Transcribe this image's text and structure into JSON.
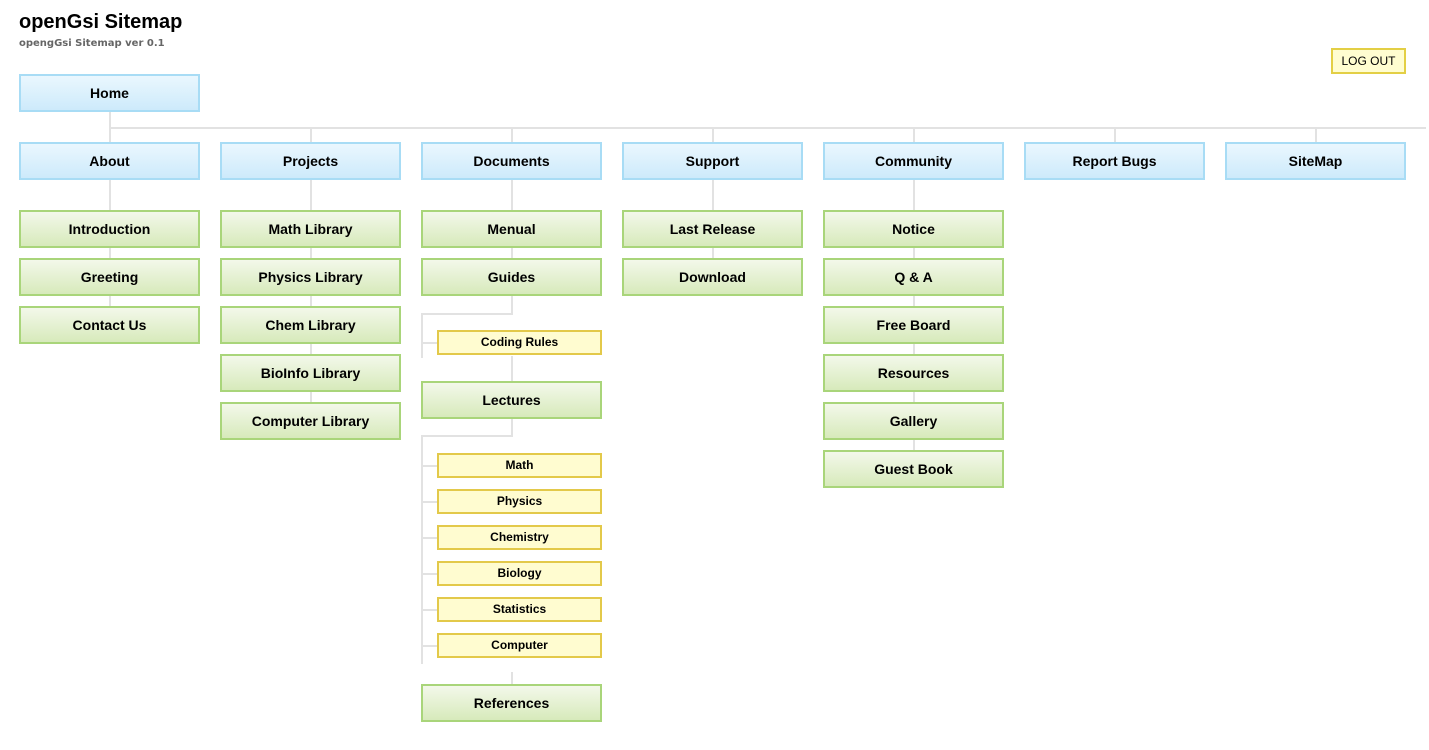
{
  "header": {
    "title": "openGsi Sitemap",
    "subtitle": "opengGsi Sitemap ver 0.1",
    "logout_label": "LOG OUT"
  },
  "home": {
    "label": "Home"
  },
  "sections": [
    {
      "label": "About",
      "children": [
        "Introduction",
        "Greeting",
        "Contact Us"
      ]
    },
    {
      "label": "Projects",
      "children": [
        "Math Library",
        "Physics Library",
        "Chem Library",
        "BioInfo Library",
        "Computer Library"
      ]
    },
    {
      "label": "Documents",
      "menual": "Menual",
      "guides": {
        "label": "Guides",
        "children": [
          "Coding Rules"
        ]
      },
      "lectures": {
        "label": "Lectures",
        "children": [
          "Math",
          "Physics",
          "Chemistry",
          "Biology",
          "Statistics",
          "Computer"
        ]
      },
      "references": "References"
    },
    {
      "label": "Support",
      "children": [
        "Last Release",
        "Download"
      ]
    },
    {
      "label": "Community",
      "children": [
        "Notice",
        "Q & A",
        "Free Board",
        "Resources",
        "Gallery",
        "Guest Book"
      ]
    },
    {
      "label": "Report Bugs",
      "children": []
    },
    {
      "label": "SiteMap",
      "children": []
    }
  ],
  "colors": {
    "level1_border": "#a8dcf5",
    "level2_border": "#a9d57a",
    "level3_border": "#e3c94a",
    "connector": "#e2e2e2"
  }
}
